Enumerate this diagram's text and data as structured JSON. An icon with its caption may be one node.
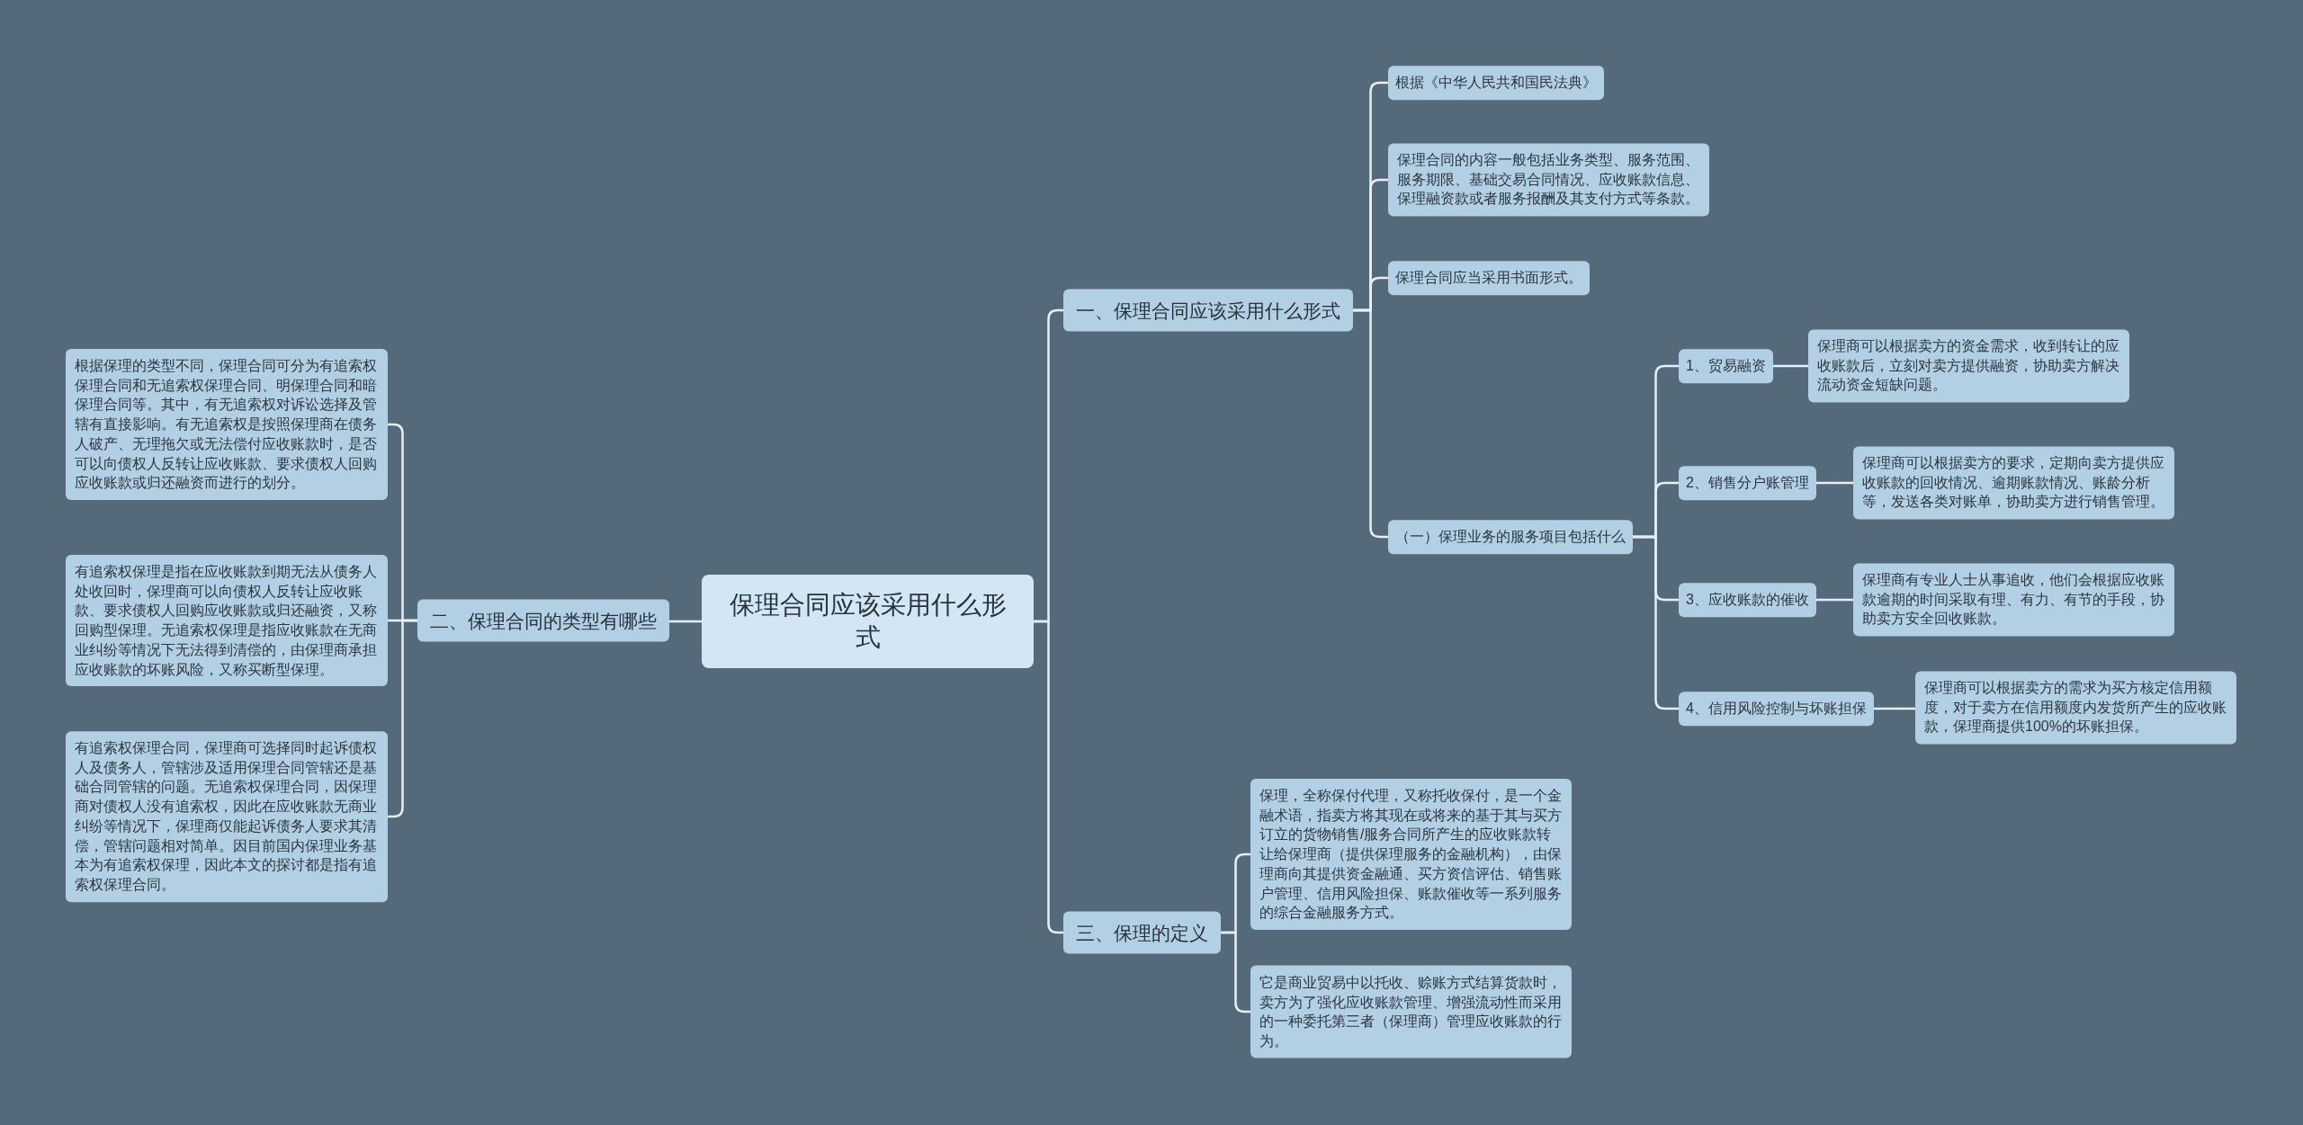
{
  "diagram": {
    "nodes": [
      {
        "text": [
          "保理合同应该采用什么形式"
        ]
      },
      {
        "text": [
          "一、保理合同应该采用什么形式"
        ]
      },
      {
        "text": [
          "根据《中华人民共和国民法典》"
        ]
      },
      {
        "text": [
          "保理合同的内容一般包括业务类型、服务范围、服务期限、基础交易合同情况、应收账款信息、保理融资款或者服务报酬及其支付方式等条款。"
        ]
      },
      {
        "text": [
          "保理合同应当采用书面形式。"
        ]
      },
      {
        "text": [
          "（一）保理业务的服务项目包括什么"
        ]
      },
      {
        "text": [
          "1、贸易融资"
        ]
      },
      {
        "text": [
          "保理商可以根据卖方的资金需求，收到转让的应收账款后，立刻对卖方提供融资，协助卖方解决流动资金短缺问题。"
        ]
      },
      {
        "text": [
          "2、销售分户账管理"
        ]
      },
      {
        "text": [
          "保理商可以根据卖方的要求，定期向卖方提供应收账款的回收情况、逾期账款情况、账龄分析等，发送各类对账单，协助卖方进行销售管理。"
        ]
      },
      {
        "text": [
          "3、应收账款的催收"
        ]
      },
      {
        "text": [
          "保理商有专业人士从事追收，他们会根据应收账款逾期的时间采取有理、有力、有节的手段，协助卖方安全回收账款。"
        ]
      },
      {
        "text": [
          "4、信用风险控制与坏账担保"
        ]
      },
      {
        "text": [
          "保理商可以根据卖方的需求为买方核定信用额度，对于卖方在信用额度内发货所产生的应收账款，保理商提供100%的坏账担保。"
        ]
      },
      {
        "text": [
          "二、保理合同的类型有哪些"
        ]
      },
      {
        "text": [
          "根据保理的类型不同，保理合同可分为有追索权保理合同和无追索权保理合同、明保理合同和暗保理合同等。其中，有无追索权对诉讼选择及管辖有直接影响。有无追索权是按照保理商在债务人破产、无理拖欠或无法偿付应收账款时，是否可以向债权人反转让应收账款、要求债权人回购应收账款或归还融资而进行的划分。"
        ]
      },
      {
        "text": [
          "有追索权保理是指在应收账款到期无法从债务人处收回时，保理商可以向债权人反转让应收账款、要求债权人回购应收账款或归还融资，又称回购型保理。无追索权保理是指应收账款在无商业纠纷等情况下无法得到清偿的，由保理商承担应收账款的坏账风险，又称买断型保理。"
        ]
      },
      {
        "text": [
          "有追索权保理合同，保理商可选择同时起诉债权人及债务人，管辖涉及适用保理合同管辖还是基础合同管辖的问题。无追索权保理合同，因保理商对债权人没有追索权，因此在应收账款无商业纠纷等情况下，保理商仅能起诉债务人要求其清偿，管辖问题相对简单。因目前国内保理业务基本为有追索权保理，因此本文的探讨都是指有追索权保理合同。"
        ]
      },
      {
        "text": [
          "三、保理的定义"
        ]
      },
      {
        "text": [
          "保理，全称保付代理，又称托收保付，是一个金融术语，指卖方将其现在或将来的基于其与买方订立的货物销售/服务合同所产生的应收账款转让给保理商（提供保理服务的金融机构），由保理商向其提供资金融通、买方资信评估、销售账户管理、信用风险担保、账款催收等一系列服务的综合金融服务方式。"
        ]
      },
      {
        "text": [
          "它是商业贸易中以托收、赊账方式结算货款时，卖方为了强化应收账款管理、增强流动性而采用的一种委托第三者（保理商）管理应收账款的行为。"
        ]
      }
    ],
    "edges": [
      {
        "from": 0,
        "to": 1,
        "arrow": "none"
      },
      {
        "from": 1,
        "to": 2,
        "arrow": "none"
      },
      {
        "from": 1,
        "to": 3,
        "arrow": "none"
      },
      {
        "from": 1,
        "to": 4,
        "arrow": "none"
      },
      {
        "from": 1,
        "to": 5,
        "arrow": "none"
      },
      {
        "from": 5,
        "to": 6,
        "arrow": "none"
      },
      {
        "from": 6,
        "to": 7,
        "arrow": "none"
      },
      {
        "from": 5,
        "to": 8,
        "arrow": "none"
      },
      {
        "from": 8,
        "to": 9,
        "arrow": "none"
      },
      {
        "from": 5,
        "to": 10,
        "arrow": "none"
      },
      {
        "from": 10,
        "to": 11,
        "arrow": "none"
      },
      {
        "from": 5,
        "to": 12,
        "arrow": "none"
      },
      {
        "from": 12,
        "to": 13,
        "arrow": "none"
      },
      {
        "from": 0,
        "to": 14,
        "arrow": "none"
      },
      {
        "from": 14,
        "to": 15,
        "arrow": "none"
      },
      {
        "from": 14,
        "to": 16,
        "arrow": "none"
      },
      {
        "from": 14,
        "to": 17,
        "arrow": "none"
      },
      {
        "from": 0,
        "to": 18,
        "arrow": "none"
      },
      {
        "from": 18,
        "to": 19,
        "arrow": "none"
      },
      {
        "from": 18,
        "to": 20,
        "arrow": "none"
      }
    ]
  }
}
